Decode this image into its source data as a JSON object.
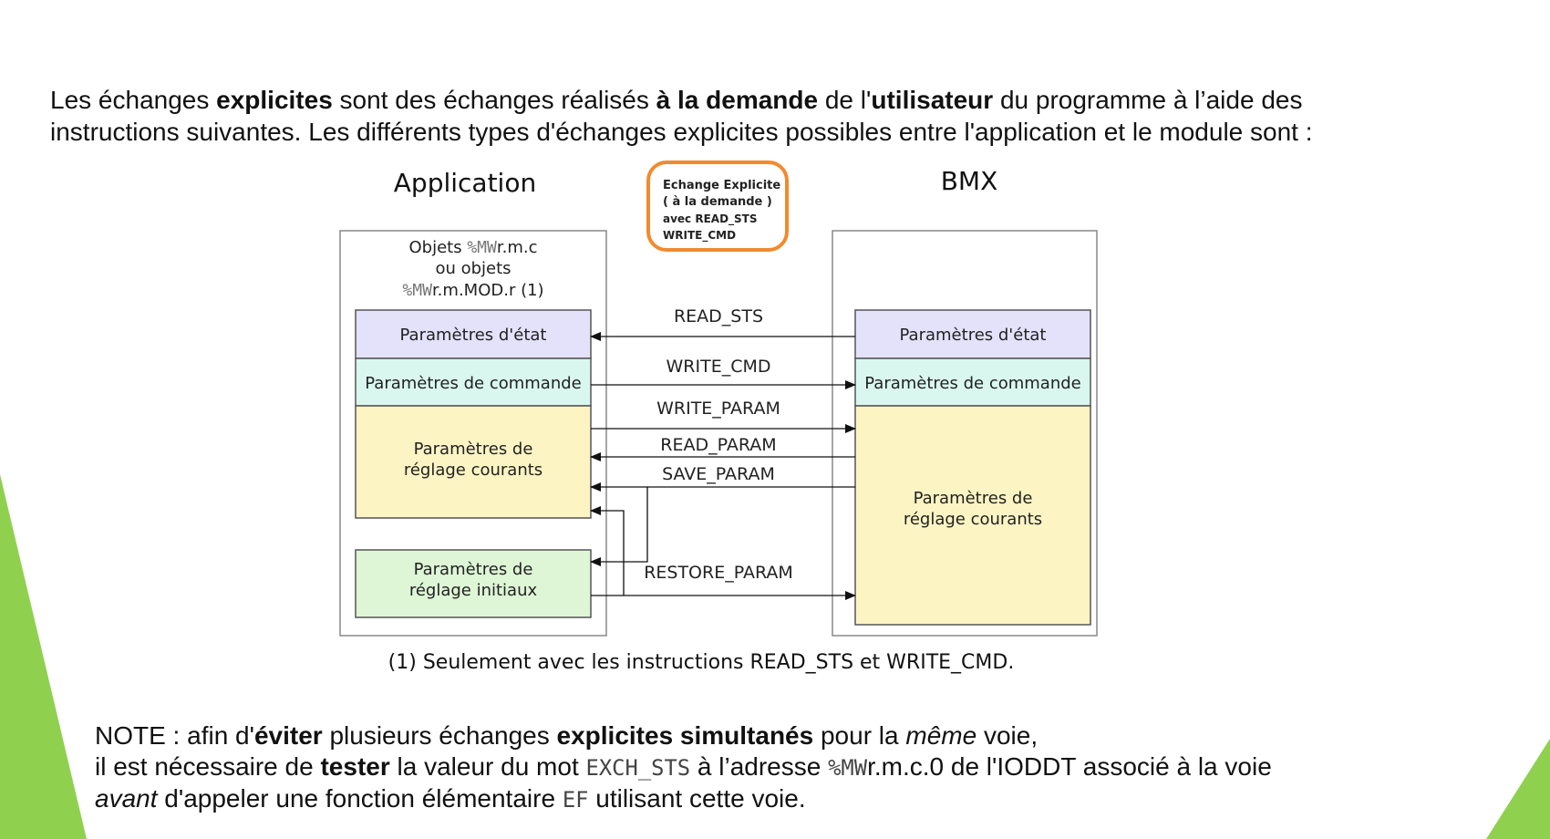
{
  "intro": {
    "l1_p1": "Les échanges ",
    "l1_b1": "explicites",
    "l1_p2": " sont des échanges réalisés ",
    "l1_b2": "à la demande",
    "l1_p3": " de l'",
    "l1_b3": "utilisateur",
    "l1_p4": " du programme à l’aide des",
    "line2": "instructions suivantes. Les différents types d'échanges explicites possibles entre l'application et le module sont :"
  },
  "diagram": {
    "application_title": "Application",
    "bmx_title": "BMX",
    "callout": {
      "line1": "Echange Explicite",
      "line2": "( à la demande )",
      "line3": "avec READ_STS",
      "line4": "WRITE_CMD"
    },
    "objects": {
      "line1_text": "Objets ",
      "line1_code": "%MW",
      "line1_rest": "r.m.c",
      "line2": "ou objets",
      "line3_code": "%MW",
      "line3_rest": "r.m.MOD.r (1)"
    },
    "app_blocks": {
      "etat": "Paramètres d'état",
      "commande": "Paramètres de commande",
      "courants_line1": "Paramètres de",
      "courants_line2": "réglage courants",
      "initiaux_line1": "Paramètres de",
      "initiaux_line2": "réglage initiaux"
    },
    "bmx_blocks": {
      "etat": "Paramètres d'état",
      "commande": "Paramètres de commande",
      "courants_line1": "Paramètres de",
      "courants_line2": "réglage courants"
    },
    "arrows": {
      "read_sts": "READ_STS",
      "write_cmd": "WRITE_CMD",
      "write_param": "WRITE_PARAM",
      "read_param": "READ_PARAM",
      "save_param": "SAVE_PARAM",
      "restore_param": "RESTORE_PARAM"
    },
    "footnote": "(1) Seulement avec les instructions READ_STS et WRITE_CMD.",
    "colors": {
      "etat": "#e4e1fb",
      "commande": "#d9f7ef",
      "courants": "#fdf4c4",
      "initiaux": "#def6d6",
      "callout_border": "#f28a2e"
    }
  },
  "note": {
    "l1_p1": "NOTE : afin d'",
    "l1_b1": "éviter",
    "l1_p2": " plusieurs échanges ",
    "l1_b2": "explicites simultanés",
    "l1_p3": " pour la ",
    "l1_i1": "même",
    "l1_p4": " voie,",
    "l2_p1": "il est nécessaire de ",
    "l2_b1": "tester",
    "l2_p2": " la valeur du mot ",
    "l2_code1": "EXCH_STS",
    "l2_p3": " à l’adresse ",
    "l2_code2": "%MW",
    "l2_p4": "r.m.c.0 de l'IODDT associé à la voie",
    "l3_i1": "avant",
    "l3_p1": " d'appeler une fonction élémentaire ",
    "l3_code1": "EF",
    "l3_p2": " utilisant cette voie."
  }
}
